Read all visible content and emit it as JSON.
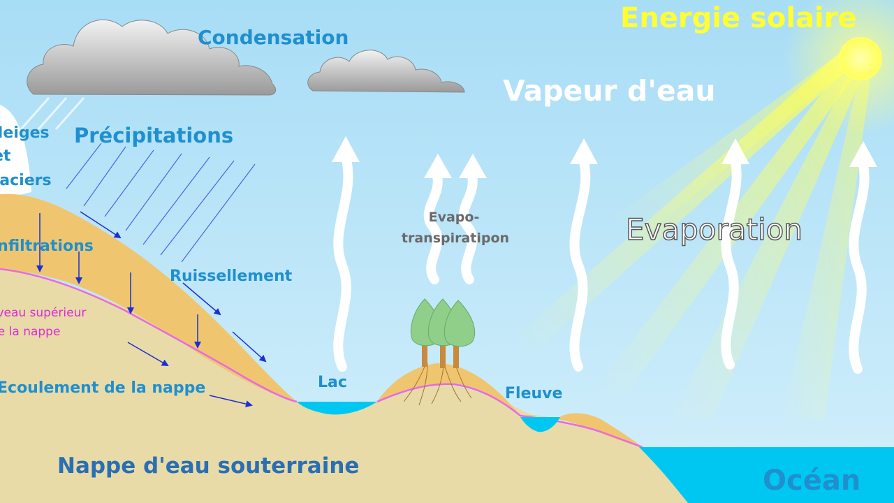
{
  "labels": {
    "solar": "Energie solaire",
    "condensation": "Condensation",
    "vapor": "Vapeur d'eau",
    "snow_1": "Neiges",
    "snow_2": "et",
    "snow_3": "glaciers",
    "precipitation": "Précipitations",
    "infiltration": "Infiltrations",
    "runoff": "Ruissellement",
    "water_table_1": "Niveau supérieur",
    "water_table_2": "de la nappe",
    "groundwater_flow": "Ecoulement de la nappe",
    "evapotranspiration_1": "Evapo-",
    "evapotranspiration_2": "transpiratipon",
    "evaporation": "Evaporation",
    "lake": "Lac",
    "river": "Fleuve",
    "groundwater": "Nappe d'eau souterraine",
    "ocean": "Océan"
  },
  "colors": {
    "sky_top": "#aee0f7",
    "sky_bottom": "#cdeefb",
    "sun": "#ffff66",
    "soil": "#efc66f",
    "subsoil": "#e3d6a0",
    "water": "#00c7f2",
    "water_table_line": "#e969e3",
    "arrow": "#1d2fd0",
    "label_blue": "#1f8fcf"
  }
}
